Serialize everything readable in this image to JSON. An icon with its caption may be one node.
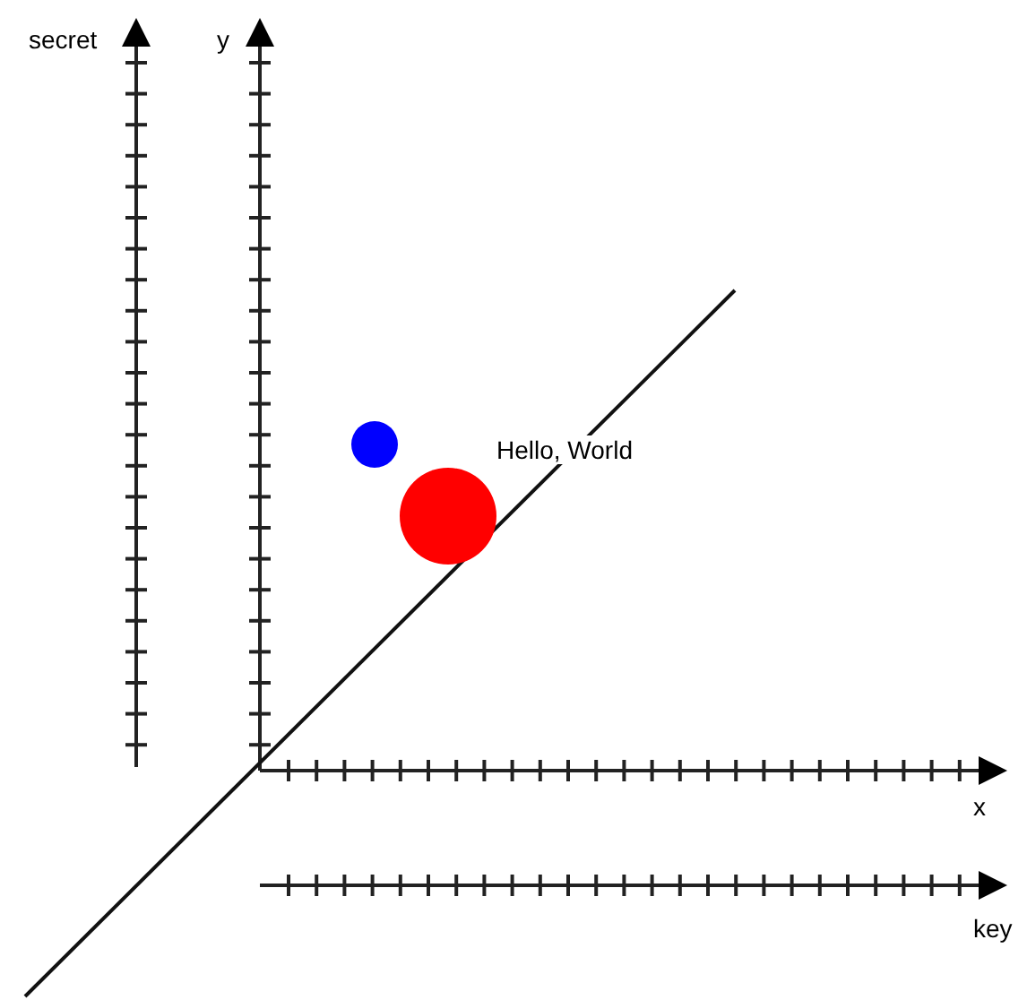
{
  "diagram": {
    "nodes": [
      {
        "text": [],
        "shape": "circle"
      },
      {
        "text": [],
        "shape": "circle",
        "beside": [
          "Hello, World"
        ]
      }
    ],
    "labels": [
      "secret",
      "y",
      "x",
      "key"
    ]
  }
}
